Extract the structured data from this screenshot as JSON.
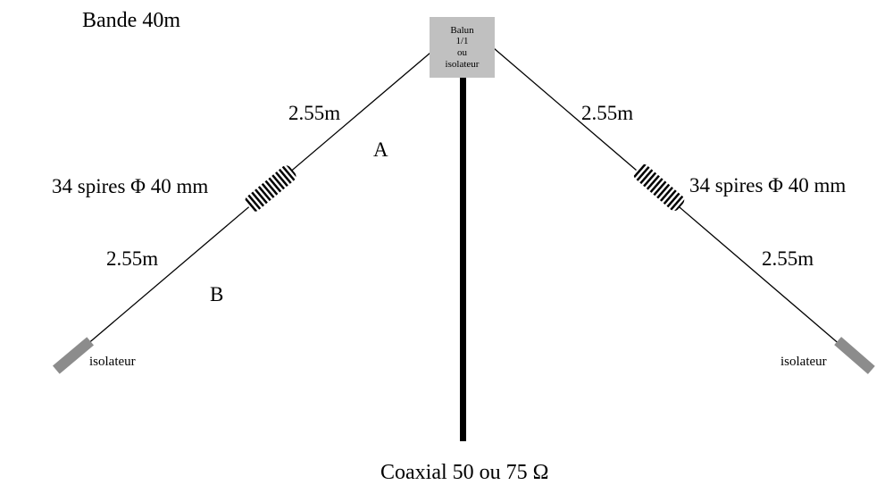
{
  "title": "Bande 40m",
  "balun": {
    "line1": "Balun",
    "line2": "1/1",
    "line3": "ou",
    "line4": "isolateur"
  },
  "left_arm": {
    "upper_length": "2.55m",
    "lower_length": "2.55m",
    "coil_label": "34 spires Φ 40 mm",
    "point_a": "A",
    "point_b": "B",
    "insulator_label": "isolateur"
  },
  "right_arm": {
    "upper_length": "2.55m",
    "lower_length": "2.55m",
    "coil_label": "34 spires Φ 40 mm",
    "insulator_label": "isolateur"
  },
  "feedline": {
    "label": "Coaxial 50 ou 75 Ω"
  },
  "colors": {
    "wire": "#000000",
    "coax": "#000000",
    "balun_fill": "#c0c0c0",
    "insulator_fill": "#8c8c8c"
  }
}
